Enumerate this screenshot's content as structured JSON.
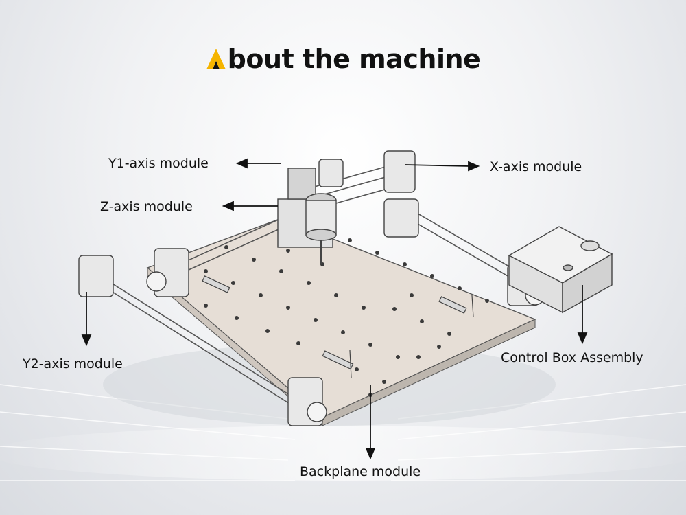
{
  "page": {
    "title_initial": "A",
    "title_rest": "bout the machine",
    "accent_color": "#f5b400"
  },
  "labels": {
    "y1_axis": "Y1-axis module",
    "x_axis": "X-axis module",
    "z_axis": "Z-axis module",
    "y2_axis": "Y2-axis module",
    "control_box": "Control Box Assembly",
    "backplane": "Backplane module"
  }
}
